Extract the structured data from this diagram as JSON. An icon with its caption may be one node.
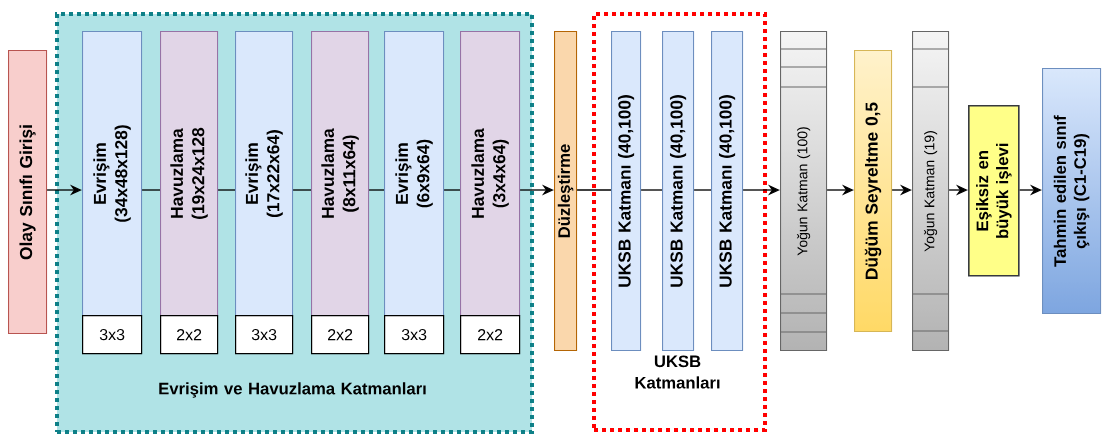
{
  "diagram": {
    "nodes": [
      {
        "text": [
          "Olay Sınıfı Girişi"
        ]
      },
      {
        "text": [
          "Evrişim ve Havuzlama Katmanları"
        ]
      },
      {
        "text": [
          "Evrişim",
          "(34x48x128)"
        ],
        "in": 1
      },
      {
        "text": [
          "3x3"
        ],
        "in": 1
      },
      {
        "text": [
          "Havuzlama",
          "(19x24x128"
        ],
        "in": 1
      },
      {
        "text": [
          "2x2"
        ],
        "in": 1
      },
      {
        "text": [
          "Evrişim",
          "(17x22x64)"
        ],
        "in": 1
      },
      {
        "text": [
          "3x3"
        ],
        "in": 1
      },
      {
        "text": [
          "Havuzlama",
          "(8x11x64)"
        ],
        "in": 1
      },
      {
        "text": [
          "2x2"
        ],
        "in": 1
      },
      {
        "text": [
          "Evrişim",
          "(6x9x64)"
        ],
        "in": 1
      },
      {
        "text": [
          "3x3"
        ],
        "in": 1
      },
      {
        "text": [
          "Havuzlama",
          "(3x4x64)"
        ],
        "in": 1
      },
      {
        "text": [
          "2x2"
        ],
        "in": 1
      },
      {
        "text": [
          "Düzleştirme"
        ]
      },
      {
        "text": [
          "UKSB Katmanları"
        ]
      },
      {
        "text": [
          "UKSB Katmanı (40,100)"
        ],
        "in": 15
      },
      {
        "text": [
          "UKSB Katmanı (40,100)"
        ],
        "in": 15
      },
      {
        "text": [
          "UKSB Katmanı (40,100)"
        ],
        "in": 15
      },
      {
        "text": [
          "Yoğun Katman (100)"
        ]
      },
      {
        "text": [
          "Düğüm Seyreltme 0,5"
        ]
      },
      {
        "text": [
          "Yoğun Katman (19)"
        ]
      },
      {
        "text": [
          "Eşiksiz en büyük işlevi"
        ]
      },
      {
        "text": [
          "Tahmin edilen sınıf çıkışı (C1-C19)"
        ]
      }
    ],
    "edges": [
      {
        "from": 0,
        "to": 2,
        "arrow": "to"
      },
      {
        "from": 2,
        "to": 4,
        "arrow": "none"
      },
      {
        "from": 4,
        "to": 6,
        "arrow": "none"
      },
      {
        "from": 6,
        "to": 8,
        "arrow": "none"
      },
      {
        "from": 8,
        "to": 10,
        "arrow": "none"
      },
      {
        "from": 10,
        "to": 12,
        "arrow": "none"
      },
      {
        "from": 12,
        "to": 14,
        "arrow": "to"
      },
      {
        "from": 14,
        "to": 16,
        "arrow": "none"
      },
      {
        "from": 16,
        "to": 17,
        "arrow": "none"
      },
      {
        "from": 17,
        "to": 18,
        "arrow": "none"
      },
      {
        "from": 18,
        "to": 19,
        "arrow": "to"
      },
      {
        "from": 19,
        "to": 20,
        "arrow": "to"
      },
      {
        "from": 20,
        "to": 21,
        "arrow": "to"
      },
      {
        "from": 21,
        "to": 22,
        "arrow": "to"
      },
      {
        "from": 22,
        "to": 23,
        "arrow": "to"
      }
    ]
  }
}
